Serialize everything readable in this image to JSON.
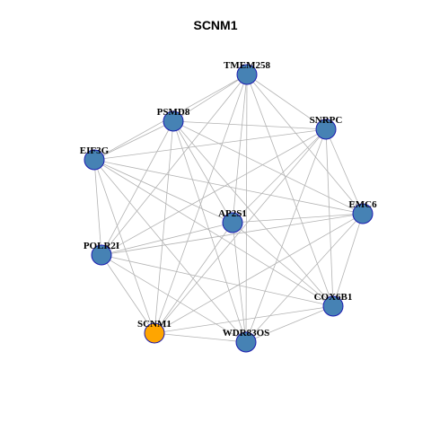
{
  "title": "SCNM1",
  "colors": {
    "node_fill": "#4682B4",
    "node_stroke": "#1C1CB0",
    "focus_fill": "#FFA500",
    "edge": "#B3B3B3"
  },
  "nodes": [
    {
      "id": "TMEM258",
      "label": "TMEM258",
      "focus": false
    },
    {
      "id": "PSMD8",
      "label": "PSMD8",
      "focus": false
    },
    {
      "id": "SNRPC",
      "label": "SNRPC",
      "focus": false
    },
    {
      "id": "EIF3G",
      "label": "EIF3G",
      "focus": false
    },
    {
      "id": "EMC6",
      "label": "EMC6",
      "focus": false
    },
    {
      "id": "AP2S1",
      "label": "AP2S1",
      "focus": false
    },
    {
      "id": "POLR2I",
      "label": "POLR2I",
      "focus": false
    },
    {
      "id": "COX6B1",
      "label": "COX6B1",
      "focus": false
    },
    {
      "id": "SCNM1",
      "label": "SCNM1",
      "focus": true
    },
    {
      "id": "WDR83OS",
      "label": "WDR83OS",
      "focus": false
    }
  ],
  "edges": [
    [
      "TMEM258",
      "PSMD8"
    ],
    [
      "TMEM258",
      "SNRPC"
    ],
    [
      "TMEM258",
      "EIF3G"
    ],
    [
      "TMEM258",
      "EMC6"
    ],
    [
      "TMEM258",
      "AP2S1"
    ],
    [
      "TMEM258",
      "POLR2I"
    ],
    [
      "TMEM258",
      "COX6B1"
    ],
    [
      "TMEM258",
      "SCNM1"
    ],
    [
      "TMEM258",
      "WDR83OS"
    ],
    [
      "PSMD8",
      "SNRPC"
    ],
    [
      "PSMD8",
      "EIF3G"
    ],
    [
      "PSMD8",
      "EMC6"
    ],
    [
      "PSMD8",
      "AP2S1"
    ],
    [
      "PSMD8",
      "POLR2I"
    ],
    [
      "PSMD8",
      "COX6B1"
    ],
    [
      "PSMD8",
      "SCNM1"
    ],
    [
      "PSMD8",
      "WDR83OS"
    ],
    [
      "SNRPC",
      "EIF3G"
    ],
    [
      "SNRPC",
      "EMC6"
    ],
    [
      "SNRPC",
      "AP2S1"
    ],
    [
      "SNRPC",
      "POLR2I"
    ],
    [
      "SNRPC",
      "COX6B1"
    ],
    [
      "SNRPC",
      "SCNM1"
    ],
    [
      "SNRPC",
      "WDR83OS"
    ],
    [
      "EIF3G",
      "EMC6"
    ],
    [
      "EIF3G",
      "AP2S1"
    ],
    [
      "EIF3G",
      "POLR2I"
    ],
    [
      "EIF3G",
      "COX6B1"
    ],
    [
      "EIF3G",
      "SCNM1"
    ],
    [
      "EIF3G",
      "WDR83OS"
    ],
    [
      "EMC6",
      "AP2S1"
    ],
    [
      "EMC6",
      "POLR2I"
    ],
    [
      "EMC6",
      "COX6B1"
    ],
    [
      "EMC6",
      "SCNM1"
    ],
    [
      "EMC6",
      "WDR83OS"
    ],
    [
      "AP2S1",
      "POLR2I"
    ],
    [
      "AP2S1",
      "COX6B1"
    ],
    [
      "AP2S1",
      "SCNM1"
    ],
    [
      "AP2S1",
      "WDR83OS"
    ],
    [
      "POLR2I",
      "COX6B1"
    ],
    [
      "POLR2I",
      "SCNM1"
    ],
    [
      "POLR2I",
      "WDR83OS"
    ],
    [
      "COX6B1",
      "SCNM1"
    ],
    [
      "COX6B1",
      "WDR83OS"
    ],
    [
      "SCNM1",
      "WDR83OS"
    ]
  ]
}
